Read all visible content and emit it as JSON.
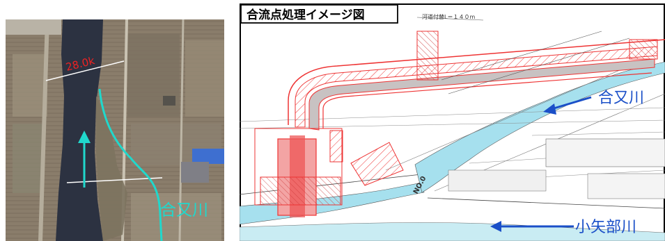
{
  "aerial": {
    "chainage_label": "28.0k",
    "river_label": "合又川",
    "colors": {
      "fields": "#8c7f6d",
      "river": "#2b3140",
      "annotation": "#20d8cc",
      "label_red": "#ee2222"
    },
    "icons": {
      "flow_arrow": "arrow-up-icon"
    }
  },
  "plan": {
    "title": "合流点処理イメージ図",
    "length_note": "河道付替L＝１４０m",
    "station_label": "NO.0",
    "tributary_label": "合又川",
    "main_river_label": "小矢部川",
    "colors": {
      "design": "#ee3333",
      "water": "#a6e0ee",
      "arrow": "#1a4fc8",
      "frame": "#000000"
    },
    "icons": {
      "flow_arrow_tributary": "arrow-left-icon",
      "flow_arrow_main": "arrow-left-icon"
    }
  }
}
